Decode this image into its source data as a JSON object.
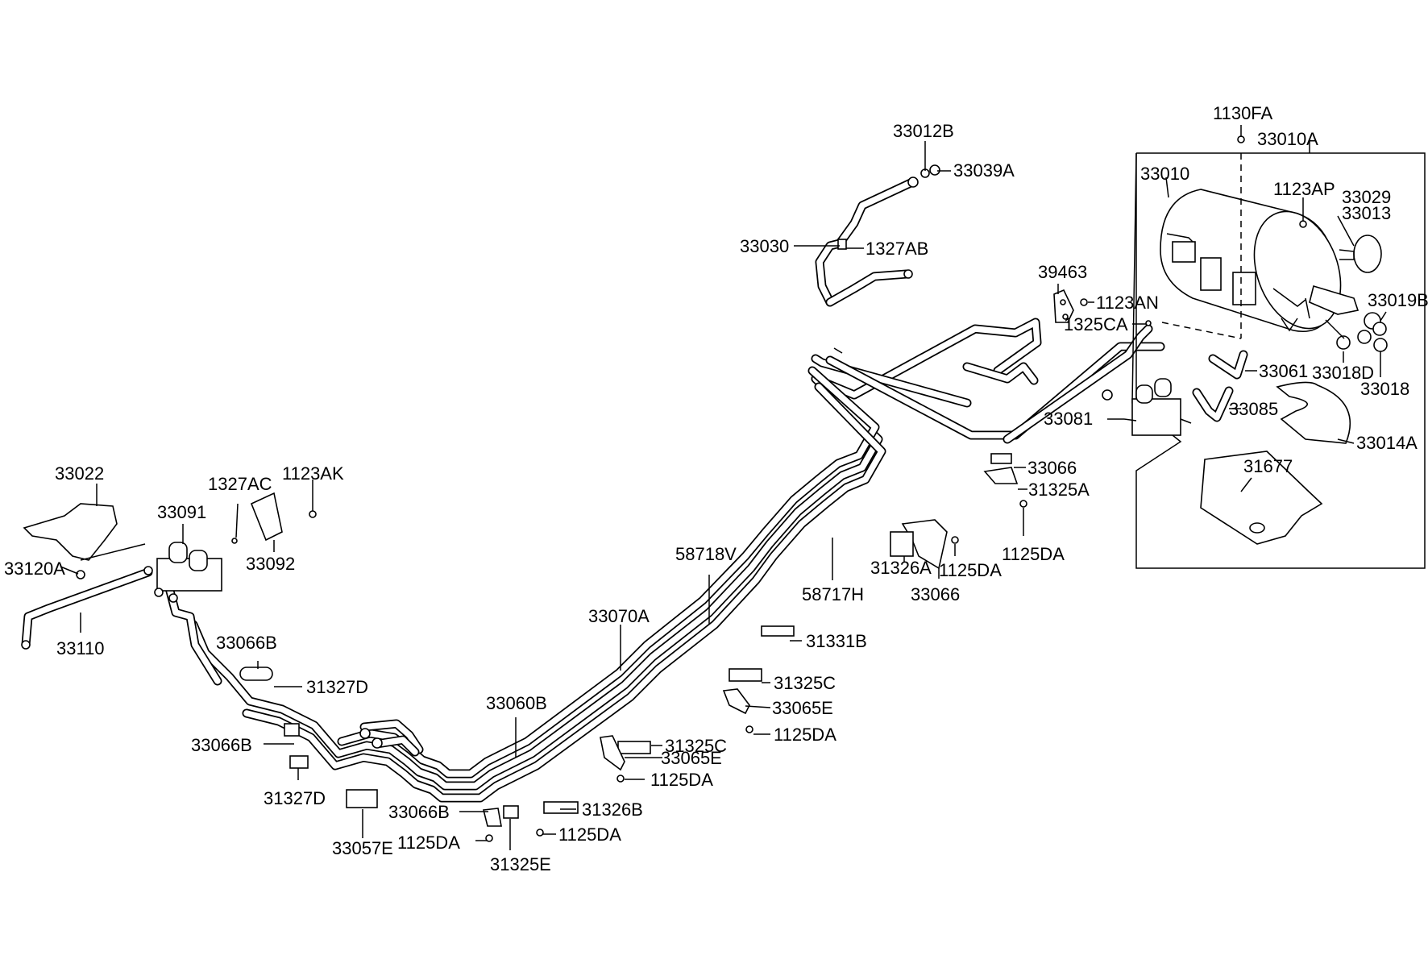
{
  "labels": {
    "l33012B": "33012B",
    "l33039A": "33039A",
    "l33030": "33030",
    "l1327AB": "1327AB",
    "l1130FA": "1130FA",
    "l33010A": "33010A",
    "l33010": "33010",
    "l1123AP": "1123AP",
    "l33029": "33029",
    "l33013": "33013",
    "l39463": "39463",
    "l1123AN": "1123AN",
    "l1325CA": "1325CA",
    "l33019B": "33019B",
    "l33061": "33061",
    "l33018D": "33018D",
    "l33018": "33018",
    "l33085": "33085",
    "l33081": "33081",
    "l33014A": "33014A",
    "l33066a": "33066",
    "l31677": "31677",
    "l31325A": "31325A",
    "l1125DAa": "1125DA",
    "l31326A": "31326A",
    "l1125DAb": "1125DA",
    "l33066b": "33066",
    "l58718V": "58718V",
    "l58717H": "58717H",
    "l33022": "33022",
    "l1327AC": "1327AC",
    "l1123AK": "1123AK",
    "l33091": "33091",
    "l33120A": "33120A",
    "l33092": "33092",
    "l33110": "33110",
    "l33070A": "33070A",
    "l31331B": "31331B",
    "l33066Ba": "33066B",
    "l31327Da": "31327D",
    "l31325Ca": "31325C",
    "l33065Ea": "33065E",
    "l33060B": "33060B",
    "l1125DAc": "1125DA",
    "l33066Bb": "33066B",
    "l31325Cb": "31325C",
    "l33065Eb": "33065E",
    "l1125DAd": "1125DA",
    "l31327Db": "31327D",
    "l33066Bc": "33066B",
    "l31326B": "31326B",
    "l33057E": "33057E",
    "l1125DAe": "1125DA",
    "l1125DAf": "1125DA",
    "l31325E": "31325E"
  }
}
